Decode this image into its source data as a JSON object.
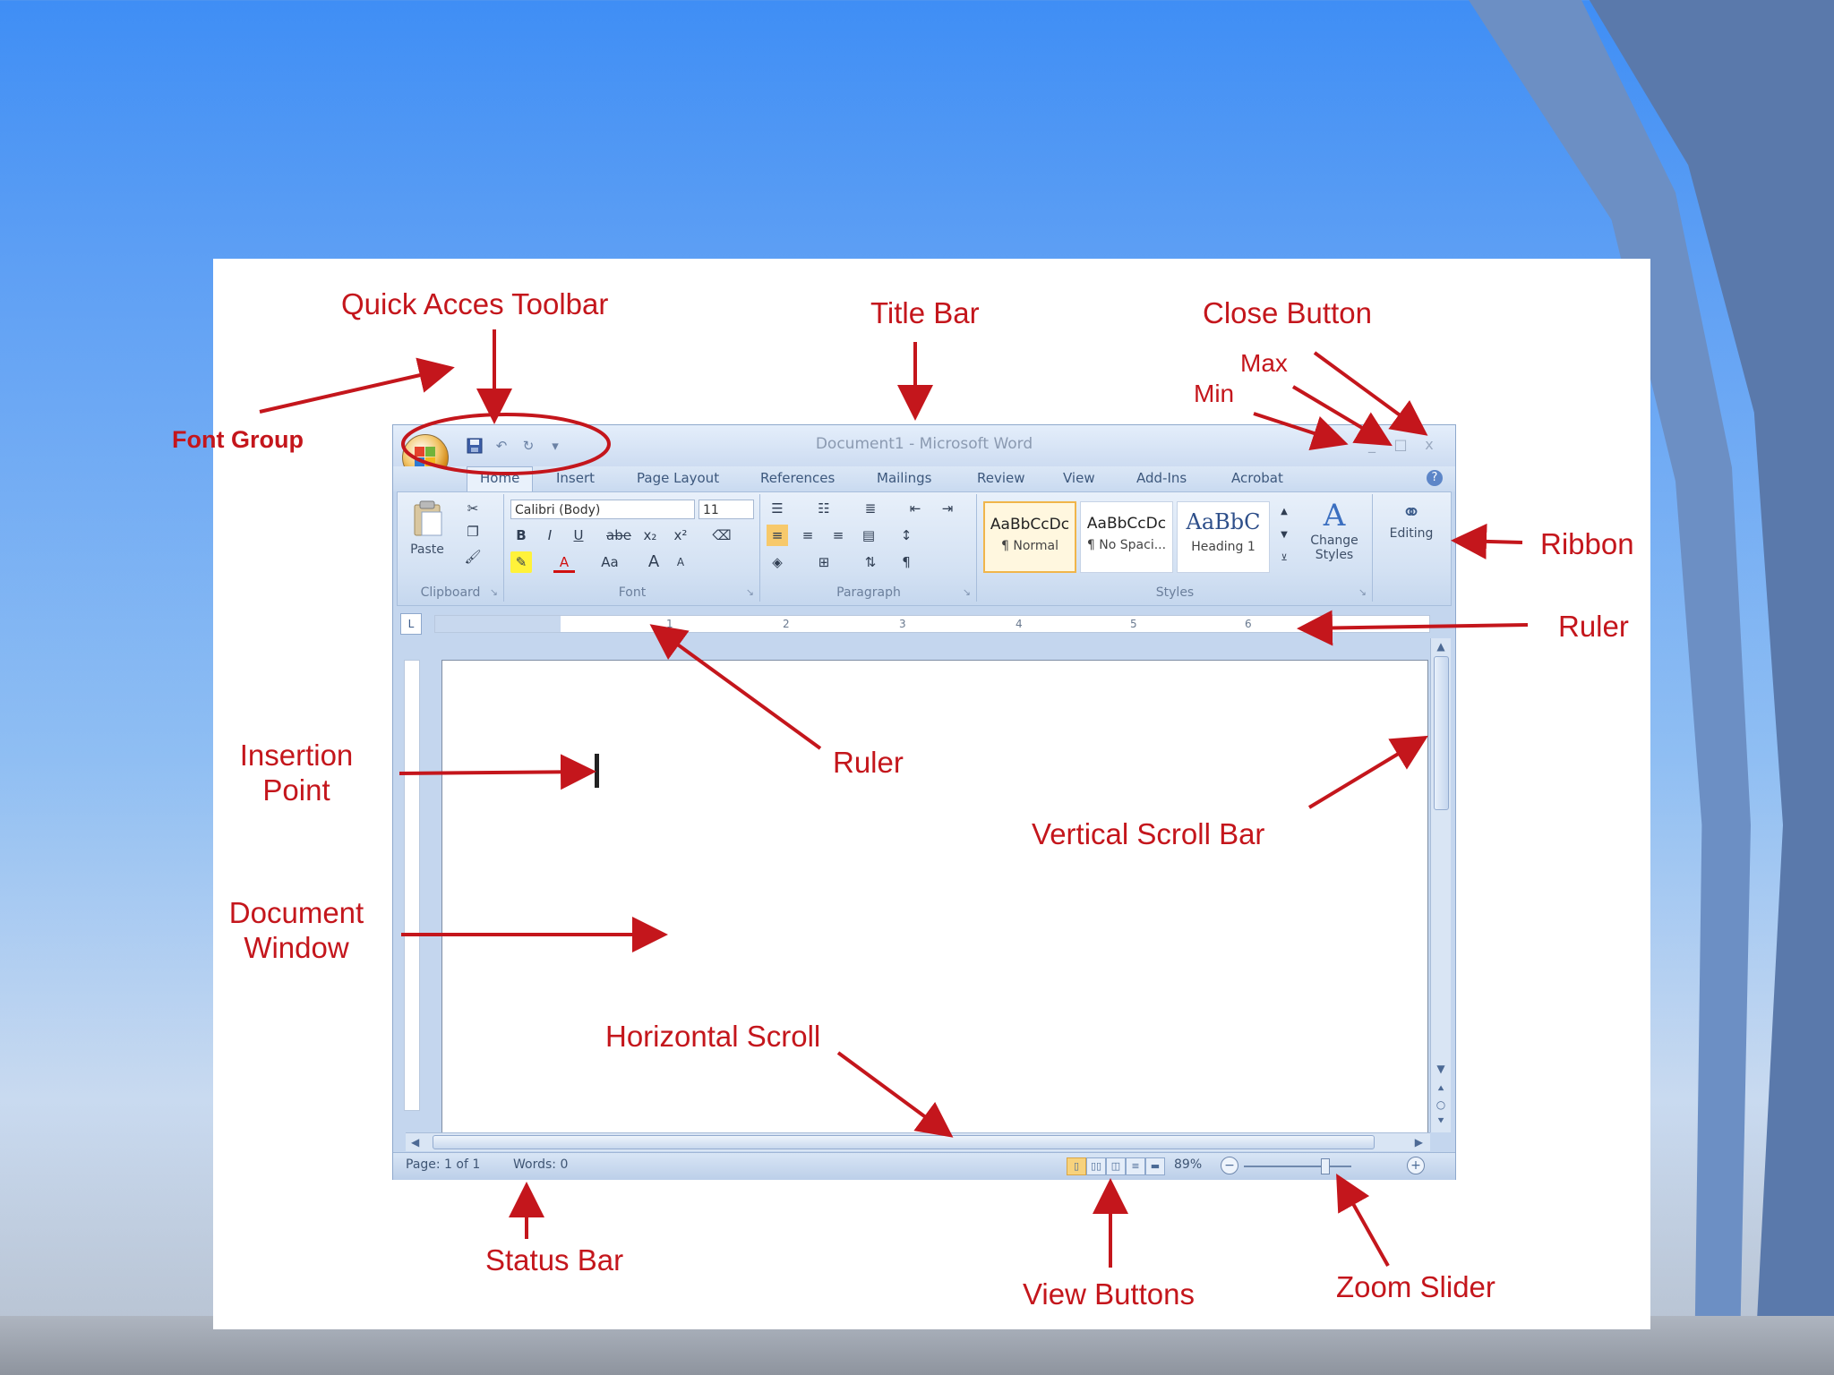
{
  "annotations": {
    "quick_access_toolbar": "Quick Acces Toolbar",
    "title_bar": "Title Bar",
    "close_button": "Close Button",
    "max": "Max",
    "min": "Min",
    "font_group": "Font Group",
    "ribbon": "Ribbon",
    "ruler_right": "Ruler",
    "ruler_center": "Ruler",
    "insertion_point_line1": "Insertion",
    "insertion_point_line2": "Point",
    "vertical_scroll_bar": "Vertical Scroll Bar",
    "document_window_line1": "Document",
    "document_window_line2": "Window",
    "horizontal_scroll": "Horizontal Scroll",
    "status_bar": "Status Bar",
    "view_buttons": "View Buttons",
    "zoom_slider": "Zoom Slider"
  },
  "window": {
    "title": "Document1 - Microsoft Word",
    "min_glyph": "_",
    "max_glyph": "□",
    "close_glyph": "x"
  },
  "quick_access": {
    "save_icon": "save-icon",
    "undo_icon": "undo-icon",
    "redo_icon": "redo-icon",
    "customize_icon": "customize-icon"
  },
  "tabs": [
    "Home",
    "Insert",
    "Page Layout",
    "References",
    "Mailings",
    "Review",
    "View",
    "Add-Ins",
    "Acrobat"
  ],
  "ribbon": {
    "clipboard": {
      "label": "Clipboard",
      "paste": "Paste"
    },
    "font": {
      "label": "Font",
      "font_name": "Calibri (Body)",
      "font_size": "11",
      "bold": "B",
      "italic": "I",
      "underline": "U",
      "strike": "abe",
      "subscript": "x₂",
      "superscript": "x²",
      "change_case": "Aa",
      "grow": "A",
      "shrink": "A"
    },
    "paragraph": {
      "label": "Paragraph"
    },
    "styles": {
      "label": "Styles",
      "items": [
        {
          "sample": "AaBbCcDc",
          "name": "¶ Normal"
        },
        {
          "sample": "AaBbCcDc",
          "name": "¶ No Spaci..."
        },
        {
          "sample": "AaBbC",
          "name": "Heading 1"
        }
      ],
      "change_styles": "Change Styles"
    },
    "editing": {
      "label": "Editing"
    }
  },
  "ruler": {
    "numbers": [
      "1",
      "2",
      "3",
      "4",
      "5",
      "6"
    ]
  },
  "status": {
    "page": "Page: 1 of 1",
    "words": "Words: 0",
    "zoom": "89%"
  },
  "colors": {
    "annotation": "#c4161c",
    "window_frame": "#c4d6ee",
    "accent": "#f0b54a"
  }
}
